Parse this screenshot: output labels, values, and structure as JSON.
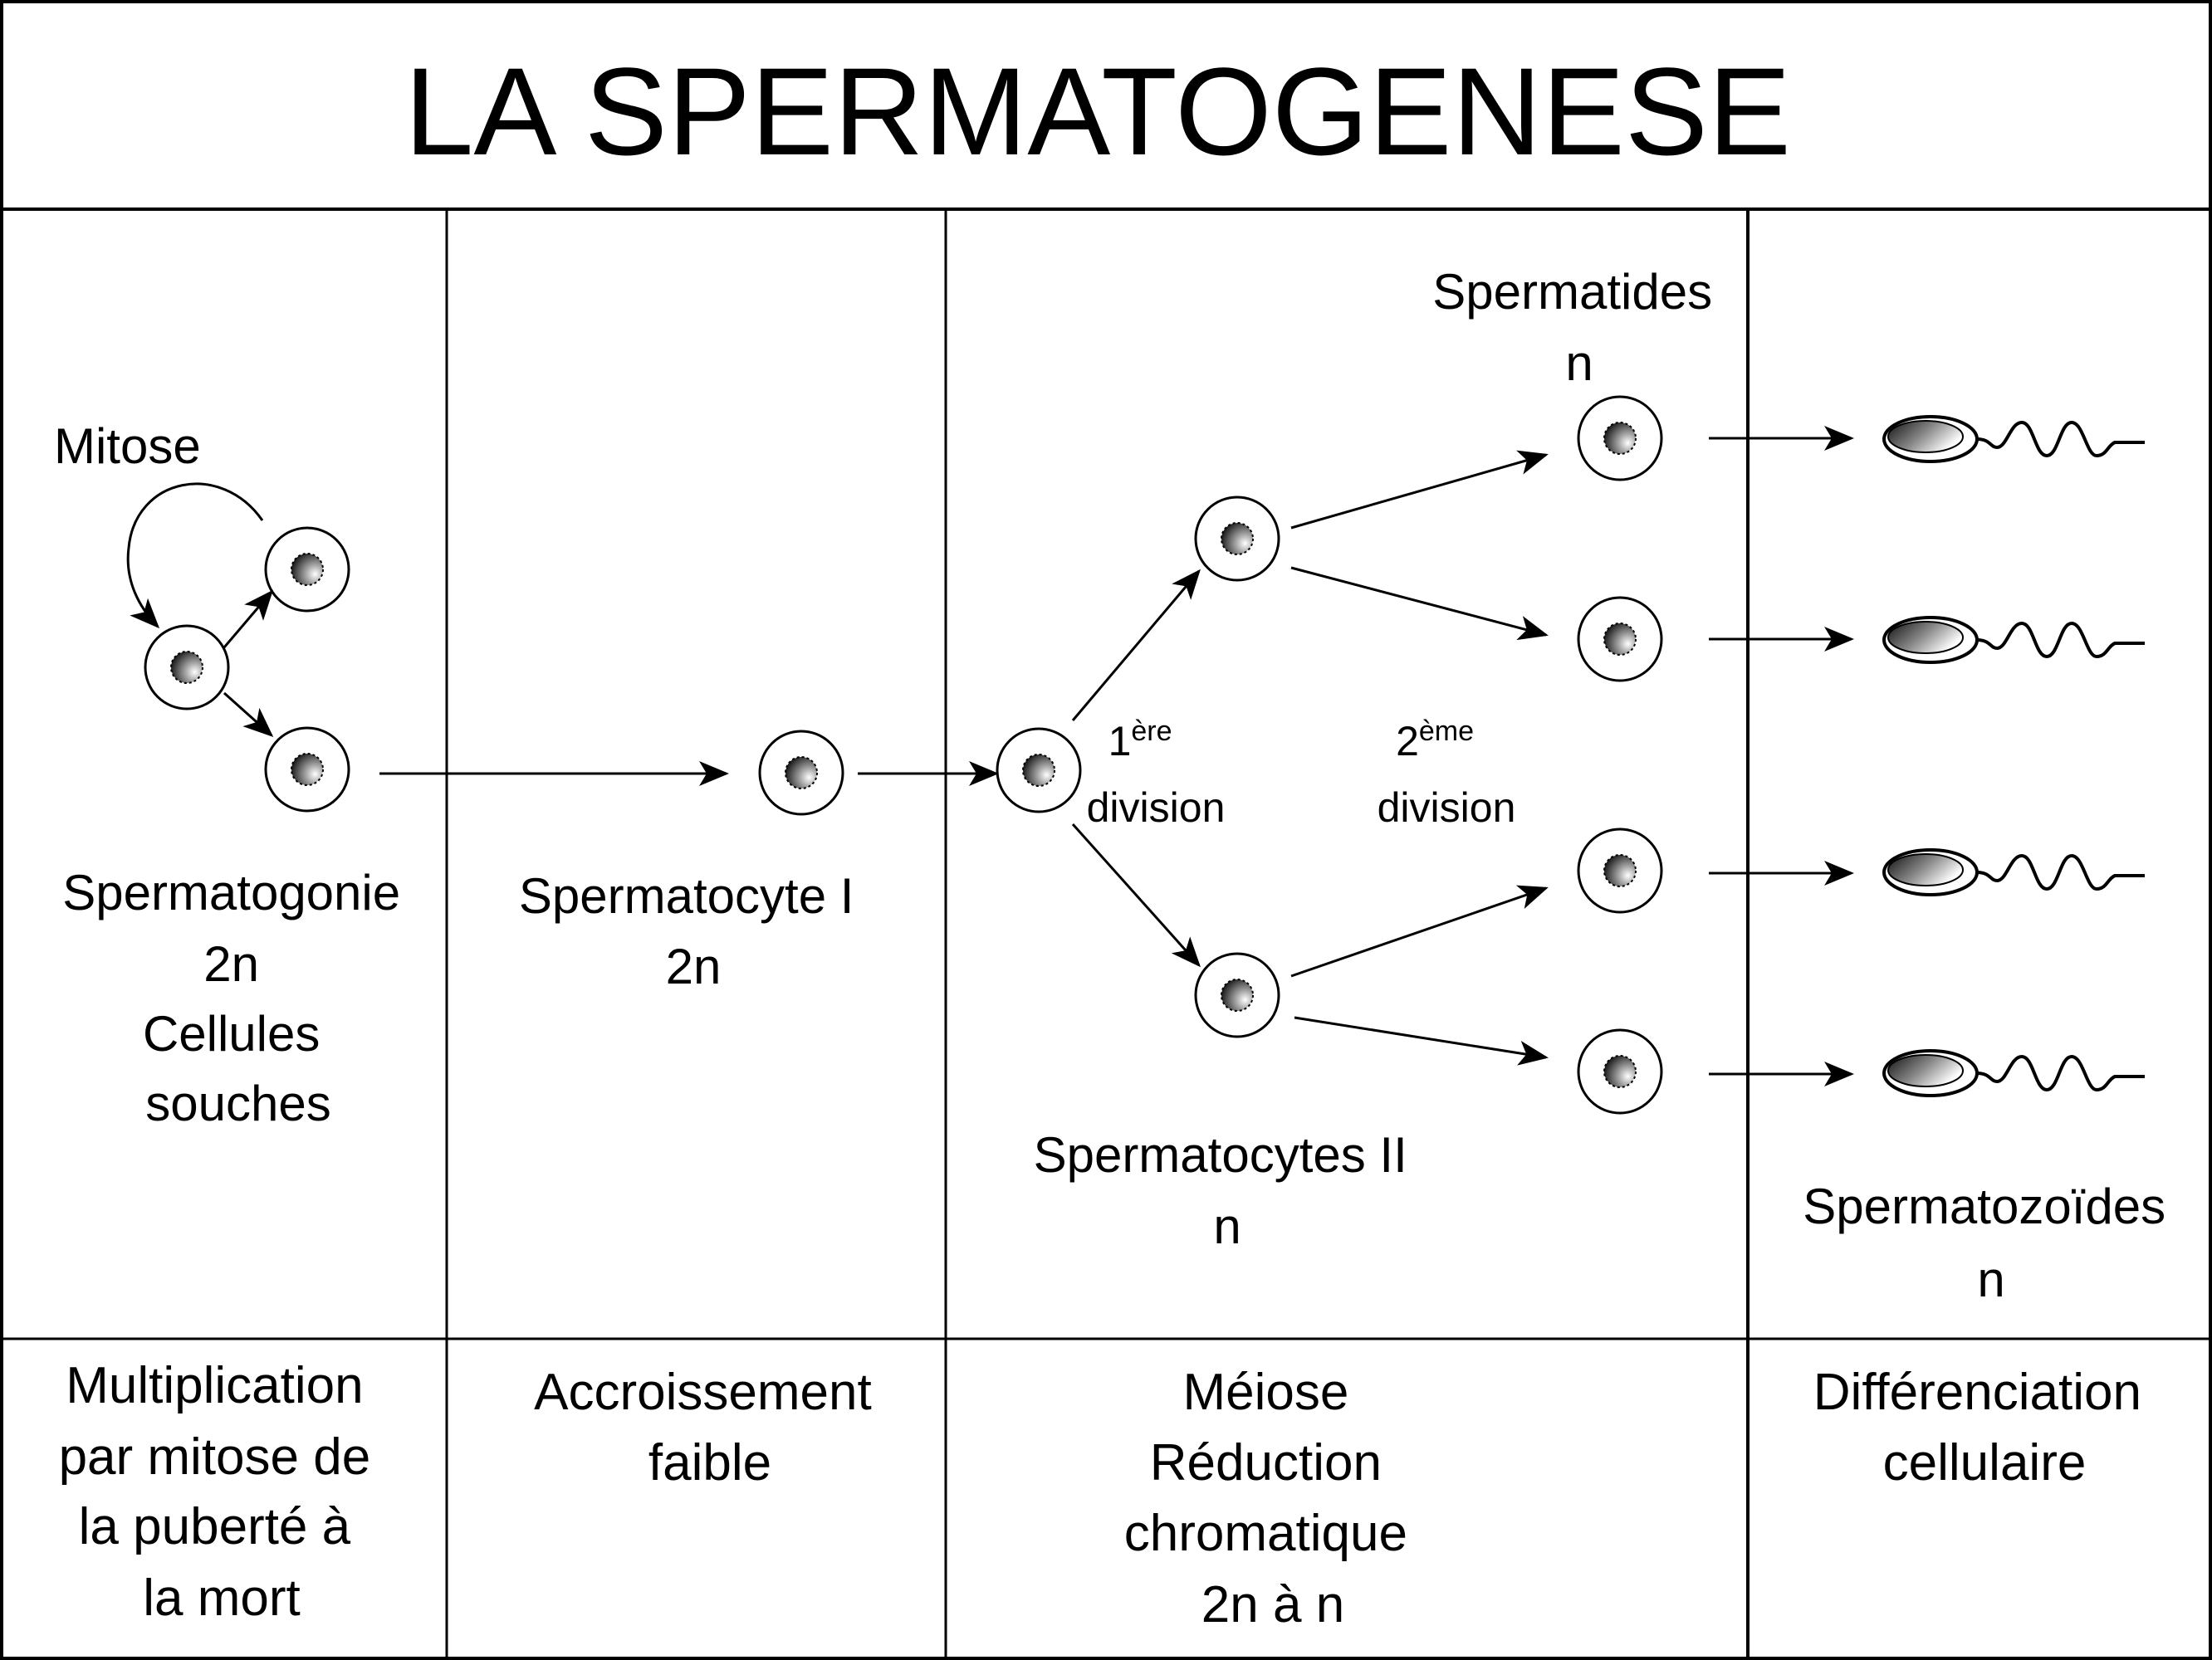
{
  "title": "LA SPERMATOGENESE",
  "diagram": {
    "mitose_label": "Mitose",
    "spermatogonie": [
      "Spermatogonie",
      "2n",
      "Cellules",
      "souches"
    ],
    "spermatocyte_1": [
      "Spermatocyte I",
      "2n"
    ],
    "spermatocytes_2": [
      "Spermatocytes II",
      "n"
    ],
    "spermatides": [
      "Spermatides",
      "n"
    ],
    "spermatozoides": [
      "Spermatozoïdes",
      "n"
    ],
    "first_division": {
      "number": "1",
      "sup": "ère",
      "word": "division"
    },
    "second_division": {
      "number": "2",
      "sup": "ème",
      "word": "division"
    }
  },
  "phases": {
    "multiplication": [
      "Multiplication",
      "par mitose de",
      "la puberté à",
      "la mort"
    ],
    "accroissement": [
      "Accroissement",
      "faible"
    ],
    "meiose": [
      "Méiose",
      "Réduction",
      "chromatique",
      "2n à n"
    ],
    "differenciation": [
      "Différenciation",
      "cellulaire"
    ]
  },
  "colors": {
    "stroke": "#000000",
    "background": "#ffffff",
    "nucleus_dark": "#111111",
    "nucleus_light": "#ffffff"
  }
}
